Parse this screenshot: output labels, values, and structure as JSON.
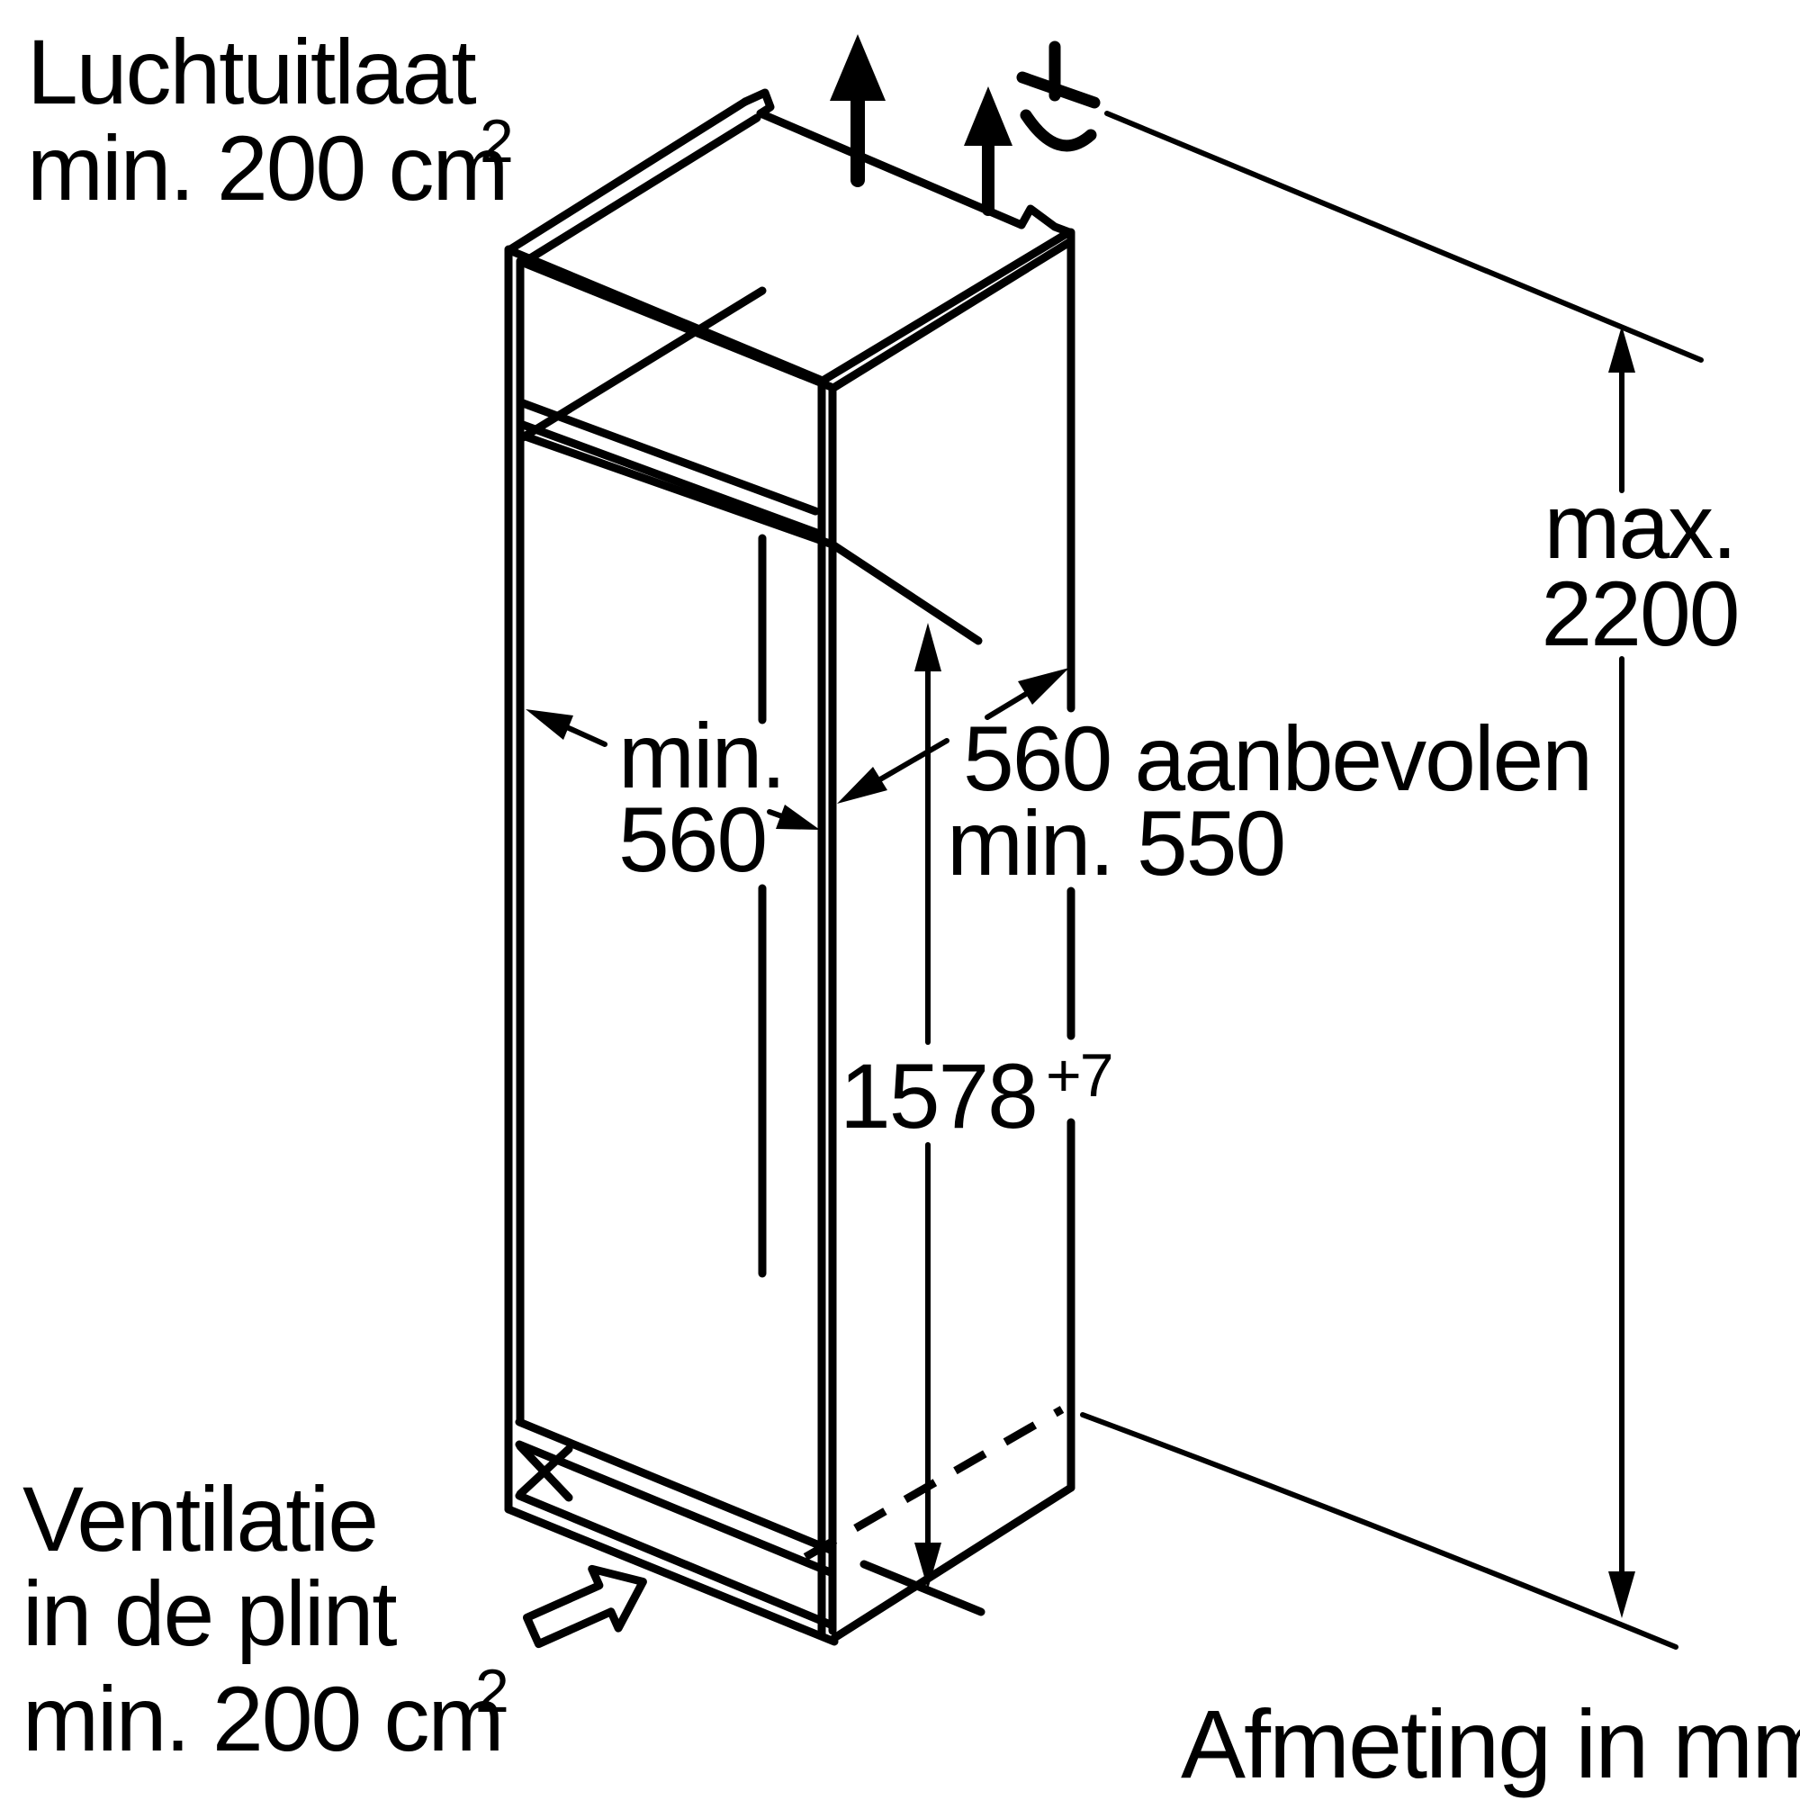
{
  "diagram": {
    "title_hint": "Built-in appliance niche installation drawing",
    "colors": {
      "line": "#000000",
      "background": "#ffffff"
    },
    "labels": {
      "air_outlet_line1": "Luchtuitlaat",
      "air_outlet_line2": "min. 200 cm",
      "air_outlet_sup": "2",
      "max_height_word": "max.",
      "max_height_value": "2200",
      "niche_width_word": "min.",
      "niche_width_value": "560",
      "depth_recommended": "560 aanbevolen",
      "depth_minimum": "min. 550",
      "niche_height_value": "1578",
      "niche_height_tolerance": "+7",
      "plinth_line1": "Ventilatie",
      "plinth_line2": "in de plint",
      "plinth_line3": "min. 200 cm",
      "plinth_sup": "2",
      "units_note": "Afmeting in mm"
    }
  }
}
